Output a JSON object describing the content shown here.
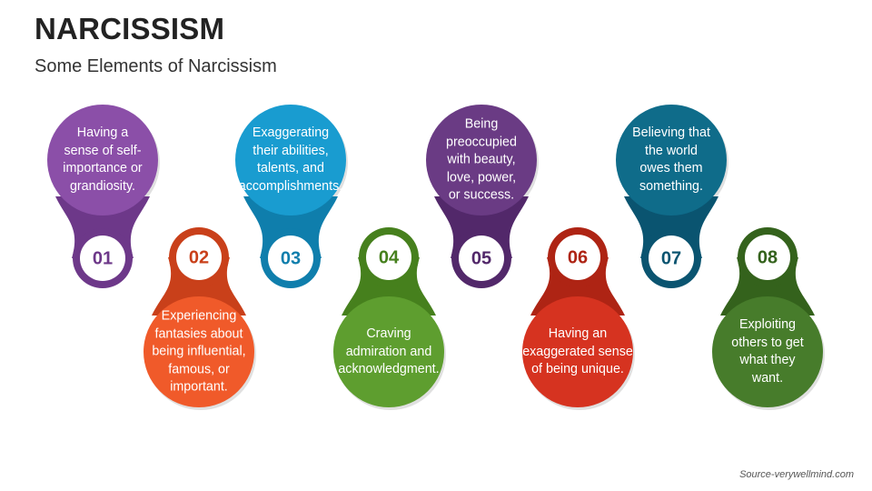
{
  "title": "NARCISSISM",
  "subtitle": "Some Elements of Narcissism",
  "source": "Source-verywellmind.com",
  "items": [
    {
      "number": "01",
      "text": "Having a sense of self-importance or grandiosity.",
      "lines": [
        "Having a",
        "sense of self-",
        "importance or",
        "grandiosity."
      ],
      "color": "#8B4FA8",
      "dark": "#6D3889"
    },
    {
      "number": "02",
      "text": "Experiencing fantasies about being influential, famous, or important.",
      "lines": [
        "Experiencing",
        "fantasies about",
        "being influential,",
        "famous, or",
        "important."
      ],
      "color": "#F05A2A",
      "dark": "#C9401A"
    },
    {
      "number": "03",
      "text": "Exaggerating their abilities, talents, and accomplishments.",
      "lines": [
        "Exaggerating",
        "their abilities,",
        "talents, and",
        "accomplishments."
      ],
      "color": "#199CD0",
      "dark": "#0F7EAC"
    },
    {
      "number": "04",
      "text": "Craving admiration and acknowledgment.",
      "lines": [
        "Craving",
        "admiration and",
        "acknowledgment."
      ],
      "color": "#5E9E2F",
      "dark": "#46801D"
    },
    {
      "number": "05",
      "text": "Being preoccupied with beauty, love, power, or success.",
      "lines": [
        "Being",
        "preoccupied",
        "with beauty,",
        "love, power,",
        "or success."
      ],
      "color": "#6A3B84",
      "dark": "#52286A"
    },
    {
      "number": "06",
      "text": "Having an exaggerated sense of being unique.",
      "lines": [
        "Having an",
        "exaggerated sense",
        "of being unique."
      ],
      "color": "#D63320",
      "dark": "#AE2414"
    },
    {
      "number": "07",
      "text": "Believing that the world owes them something.",
      "lines": [
        "Believing that",
        "the world",
        "owes them",
        "something."
      ],
      "color": "#0F6C8A",
      "dark": "#0A5470"
    },
    {
      "number": "08",
      "text": "Exploiting others to get what they want.",
      "lines": [
        "Exploiting",
        "others to get",
        "what they",
        "want."
      ],
      "color": "#477C2B",
      "dark": "#34621C"
    }
  ]
}
